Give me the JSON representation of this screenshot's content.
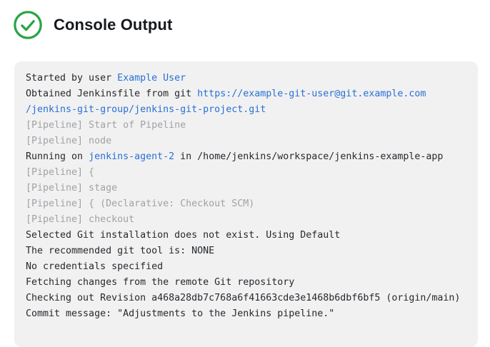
{
  "header": {
    "title": "Console Output",
    "status": "success",
    "status_icon": "check-circle"
  },
  "colors": {
    "success_green": "#28a546",
    "link_blue": "#2a70d2",
    "muted_gray": "#a0a2a6",
    "text_dark": "#26292d",
    "console_bg": "#f1f1f2",
    "title_dark": "#16191d"
  },
  "console": {
    "lines": [
      {
        "segments": [
          {
            "type": "text",
            "text": "Started by user "
          },
          {
            "type": "link",
            "text": "Example User"
          }
        ]
      },
      {
        "segments": [
          {
            "type": "text",
            "text": "Obtained Jenkinsfile from git "
          },
          {
            "type": "link",
            "text": "https://example-git-user@git.example.com"
          }
        ]
      },
      {
        "segments": [
          {
            "type": "link",
            "text": "/jenkins-git-group/jenkins-git-project.git"
          }
        ]
      },
      {
        "segments": [
          {
            "type": "muted",
            "text": "[Pipeline] Start of Pipeline"
          }
        ]
      },
      {
        "segments": [
          {
            "type": "muted",
            "text": "[Pipeline] node"
          }
        ]
      },
      {
        "segments": [
          {
            "type": "text",
            "text": "Running on "
          },
          {
            "type": "link",
            "text": "jenkins-agent-2"
          },
          {
            "type": "text",
            "text": " in /home/jenkins/workspace/jenkins-example-app"
          }
        ]
      },
      {
        "segments": [
          {
            "type": "muted",
            "text": "[Pipeline] {"
          }
        ]
      },
      {
        "segments": [
          {
            "type": "muted",
            "text": "[Pipeline] stage"
          }
        ]
      },
      {
        "segments": [
          {
            "type": "muted",
            "text": "[Pipeline] { (Declarative: Checkout SCM)"
          }
        ]
      },
      {
        "segments": [
          {
            "type": "muted",
            "text": "[Pipeline] checkout"
          }
        ]
      },
      {
        "segments": [
          {
            "type": "text",
            "text": "Selected Git installation does not exist. Using Default"
          }
        ]
      },
      {
        "segments": [
          {
            "type": "text",
            "text": "The recommended git tool is: NONE"
          }
        ]
      },
      {
        "segments": [
          {
            "type": "text",
            "text": "No credentials specified"
          }
        ]
      },
      {
        "segments": [
          {
            "type": "text",
            "text": "Fetching changes from the remote Git repository"
          }
        ]
      },
      {
        "segments": [
          {
            "type": "text",
            "text": "Checking out Revision a468a28db7c768a6f41663cde3e1468b6dbf6bf5 (origin/main)"
          }
        ]
      },
      {
        "segments": [
          {
            "type": "text",
            "text": "Commit message: \"Adjustments to the Jenkins pipeline.\""
          }
        ]
      }
    ]
  }
}
